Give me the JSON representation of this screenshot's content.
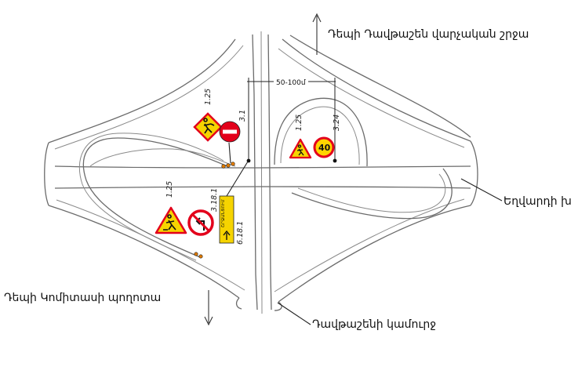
{
  "labels": {
    "north_direction": "Դեպի Դավթաշեն վարչական շրջա",
    "east_direction": "Եղվարդի խ",
    "south_direction": "Դեպի Կոմիտասի պողոտա",
    "bridge": "Դավթաշենի կամուրջ",
    "distance": "50-100մ"
  },
  "sign_groups": {
    "north_west": {
      "work_sign_code": "1.25",
      "no_entry_code": "3.1"
    },
    "north_east": {
      "work_sign_code": "1.25",
      "speed_sign_code": "3.24",
      "speed_limit": "40"
    },
    "south_west": {
      "work_sign_code": "1.25",
      "no_turn_code": "3.18.1",
      "detour_code": "6.18.1",
      "detour_text": "ՇՐՋԱՆՑՈՒՄ"
    }
  },
  "colors": {
    "sign_red": "#e3001b",
    "sign_yellow": "#f6d400",
    "road_line": "#6b6b6b",
    "cone_orange": "#e07b00"
  }
}
